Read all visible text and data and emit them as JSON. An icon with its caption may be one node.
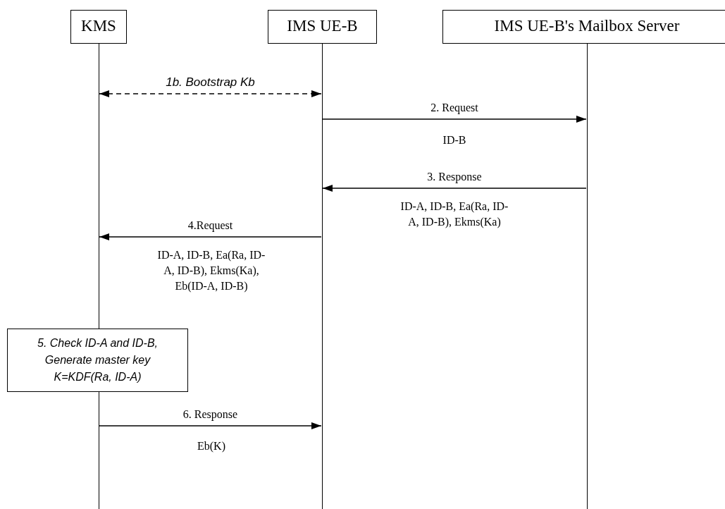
{
  "diagram": {
    "nodes": [
      {
        "text": [
          "KMS"
        ]
      },
      {
        "text": [
          "IMS UE-B"
        ]
      },
      {
        "text": [
          "IMS UE-B's Mailbox Server"
        ]
      },
      {
        "text": [
          "5. Check ID-A and ID-B, Generate master key K=KDF(Ra, ID-A)"
        ]
      }
    ],
    "edges": [
      {
        "from": 0,
        "to": 1,
        "arrow": "both",
        "style": "dashed",
        "label": "1b. Bootstrap Kb"
      },
      {
        "from": 1,
        "to": 2,
        "arrow": "to",
        "label": "2. Request"
      },
      {
        "from": 2,
        "to": 1,
        "arrow": "to",
        "label": "3. Response"
      },
      {
        "from": 1,
        "to": 0,
        "arrow": "to",
        "label": "4.Request"
      },
      {
        "from": 0,
        "to": 1,
        "arrow": "to",
        "label": "6. Response"
      }
    ],
    "labels": [
      "ID-B",
      "ID-A, ID-B, Ea(Ra, ID-A, ID-B), Ekms(Ka)",
      "ID-A, ID-B, Ea(Ra, ID-A, ID-B), Ekms(Ka), Eb(ID-A, ID-B)",
      "Eb(K)"
    ]
  }
}
